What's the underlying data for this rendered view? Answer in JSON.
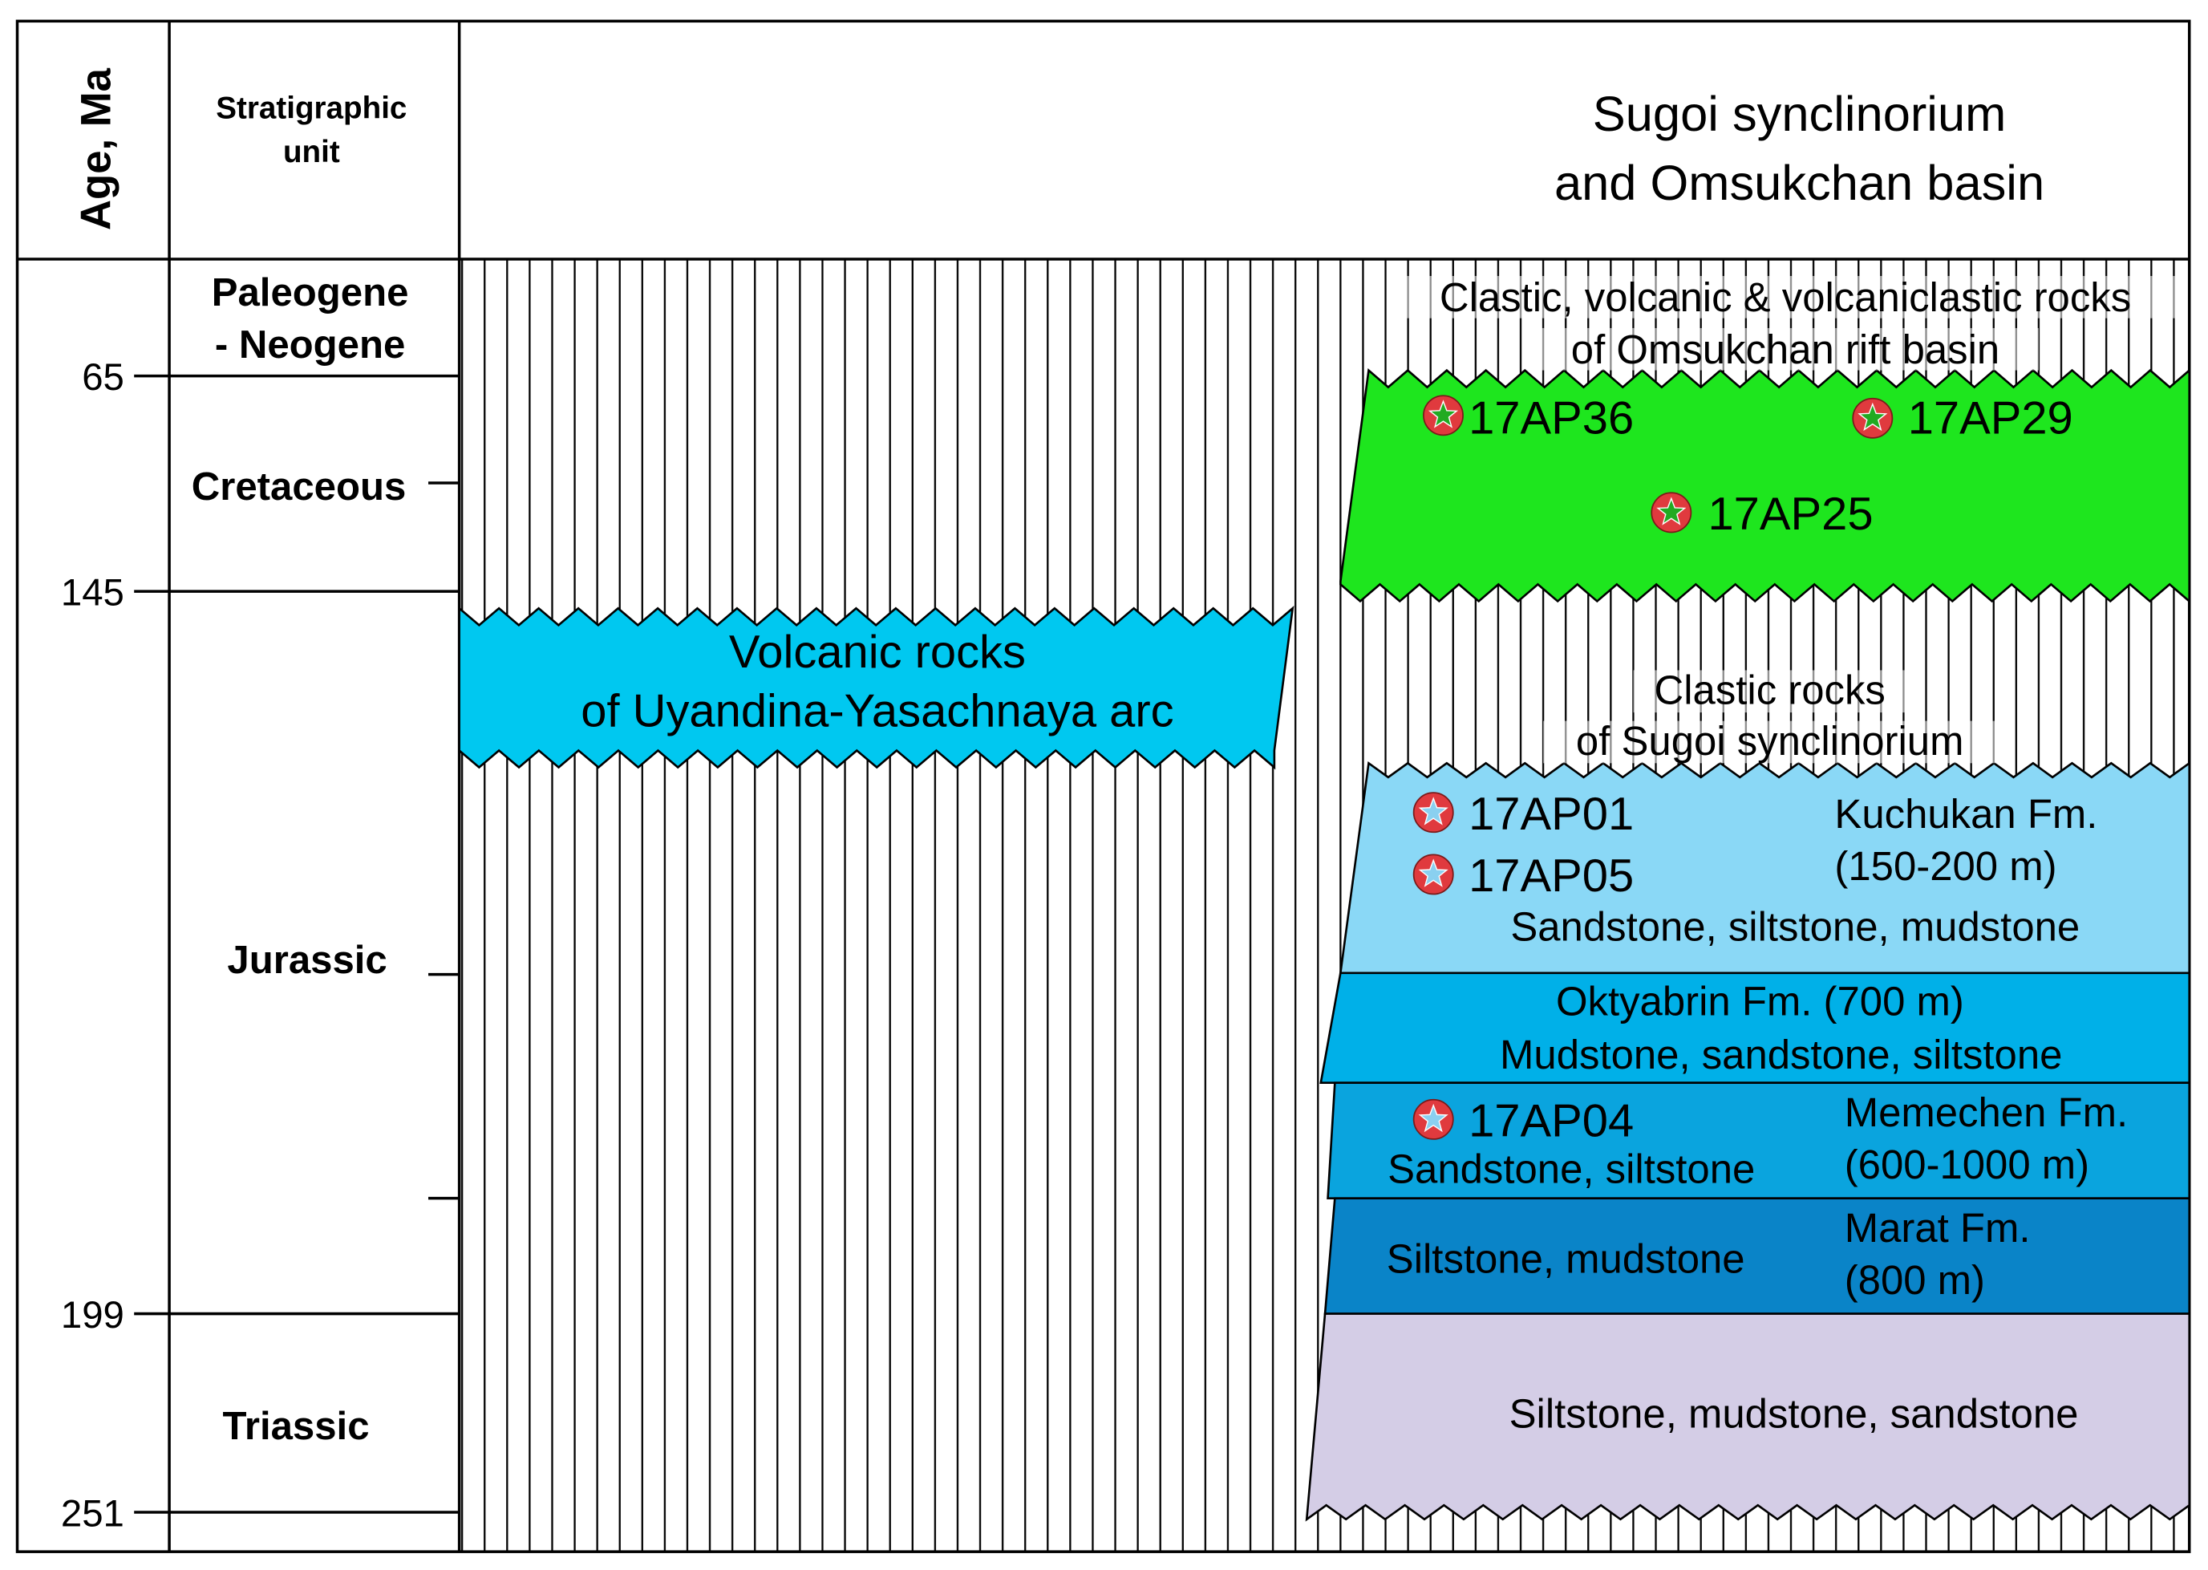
{
  "header": {
    "age_label": "Age, Ma",
    "unit_label_line1": "Stratigraphic",
    "unit_label_line2": "unit",
    "title_line1": "Sugoi synclinorium",
    "title_line2": "and Omsukchan basin"
  },
  "ages": [
    "65",
    "145",
    "199",
    "251"
  ],
  "units": {
    "paleogene_line1": "Paleogene",
    "paleogene_line2": "- Neogene",
    "cretaceous": "Cretaceous",
    "jurassic": "Jurassic",
    "triassic": "Triassic"
  },
  "volcanic_arc": {
    "line1": "Volcanic rocks",
    "line2": "of Uyandina-Yasachnaya arc",
    "color": "#00c8f0"
  },
  "rift_basin": {
    "line1": "Clastic, volcanic & volcaniclastic rocks",
    "line2": "of Omsukchan rift basin"
  },
  "green_unit": {
    "color": "#1ee61e",
    "samples": [
      "17AP36",
      "17AP29",
      "17AP25"
    ]
  },
  "sugoi_clastic": {
    "line1": "Clastic rocks",
    "line2": "of Sugoi synclinorium"
  },
  "kuchukan": {
    "color": "#8ad8f6",
    "samples": [
      "17AP01",
      "17AP05"
    ],
    "name": "Kuchukan Fm.",
    "thickness": "(150-200 m)",
    "lithology": "Sandstone, siltstone, mudstone"
  },
  "oktyabrin": {
    "color": "#00b0e8",
    "line1": "Oktyabrin Fm. (700 m)",
    "line2": "Mudstone, sandstone, siltstone"
  },
  "memechen": {
    "color": "#0aa4de",
    "sample": "17AP04",
    "lithology": "Sandstone, siltstone",
    "name": "Memechen Fm.",
    "thickness": "(600-1000 m)"
  },
  "marat": {
    "color": "#0a84c8",
    "lithology": "Siltstone, mudstone",
    "name": "Marat Fm.",
    "thickness": "(800 m)"
  },
  "triassic_unit": {
    "color": "#d4cde6",
    "lithology": "Siltstone, mudstone, sandstone"
  },
  "sample_marker": {
    "fill": "#e03a3e",
    "star_on_green": "#22aa22",
    "star_on_blue": "#8ad0f0"
  }
}
